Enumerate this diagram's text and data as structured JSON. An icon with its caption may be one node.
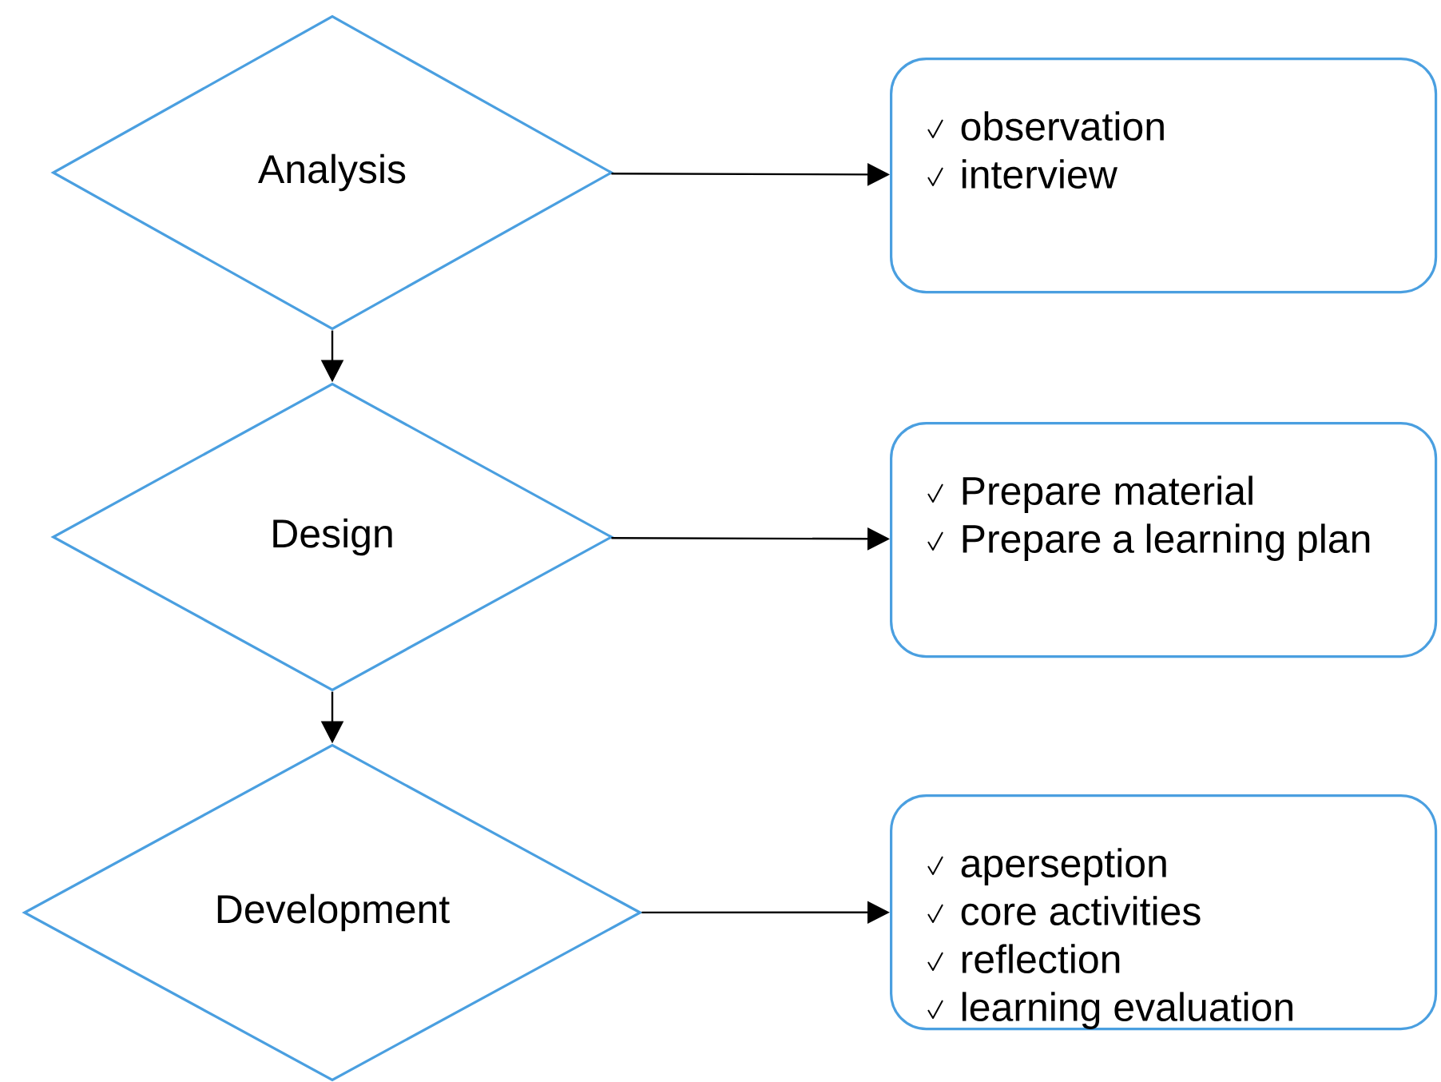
{
  "diagram": {
    "nodes": [
      {
        "text": [
          "Analysis"
        ]
      },
      {
        "text": [
          "observation",
          "interview"
        ]
      },
      {
        "text": [
          "Design"
        ]
      },
      {
        "text": [
          "Prepare material",
          "Prepare a learning plan"
        ]
      },
      {
        "text": [
          "Development"
        ]
      },
      {
        "text": [
          "aperseption",
          "core activities",
          "reflection",
          "learning evaluation"
        ]
      }
    ],
    "edges": [
      {
        "from": 0,
        "to": 1,
        "arrow": "to"
      },
      {
        "from": 0,
        "to": 2,
        "arrow": "to"
      },
      {
        "from": 2,
        "to": 3,
        "arrow": "to"
      },
      {
        "from": 2,
        "to": 4,
        "arrow": "to"
      },
      {
        "from": 4,
        "to": 5,
        "arrow": "to"
      }
    ]
  }
}
